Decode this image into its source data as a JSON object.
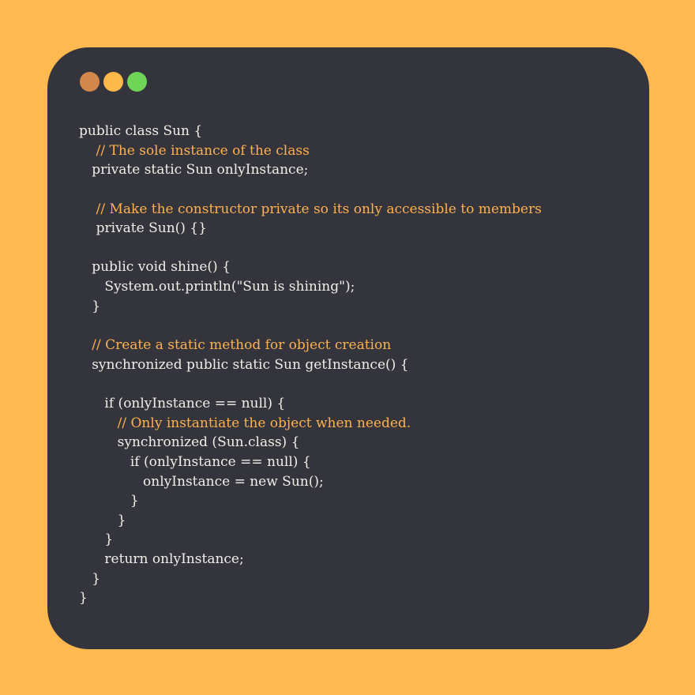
{
  "window": {
    "buttons": [
      {
        "name": "close",
        "color": "#d4874b"
      },
      {
        "name": "minimize",
        "color": "#ffb94a"
      },
      {
        "name": "maximize",
        "color": "#6fd557"
      }
    ]
  },
  "colors": {
    "background": "#ffb950",
    "card": "#34353c",
    "code_text": "#f1efe9",
    "comment": "#ffb14f"
  },
  "code": {
    "language": "java",
    "lines": [
      {
        "text": "public class Sun {",
        "kind": "code"
      },
      {
        "text": "    // The sole instance of the class",
        "kind": "comment"
      },
      {
        "text": "   private static Sun onlyInstance;",
        "kind": "code"
      },
      {
        "text": "",
        "kind": "blank"
      },
      {
        "text": "    // Make the constructor private so its only accessible to members",
        "kind": "comment"
      },
      {
        "text": "    private Sun() {}",
        "kind": "code"
      },
      {
        "text": "",
        "kind": "blank"
      },
      {
        "text": "   public void shine() {",
        "kind": "code"
      },
      {
        "text": "      System.out.println(\"Sun is shining\");",
        "kind": "code"
      },
      {
        "text": "   }",
        "kind": "code"
      },
      {
        "text": "",
        "kind": "blank"
      },
      {
        "text": "   // Create a static method for object creation",
        "kind": "comment"
      },
      {
        "text": "   synchronized public static Sun getInstance() {",
        "kind": "code"
      },
      {
        "text": "",
        "kind": "blank"
      },
      {
        "text": "      if (onlyInstance == null) {",
        "kind": "code"
      },
      {
        "text": "         // Only instantiate the object when needed.",
        "kind": "comment"
      },
      {
        "text": "         synchronized (Sun.class) {",
        "kind": "code"
      },
      {
        "text": "            if (onlyInstance == null) {",
        "kind": "code"
      },
      {
        "text": "               onlyInstance = new Sun();",
        "kind": "code"
      },
      {
        "text": "            }",
        "kind": "code"
      },
      {
        "text": "         }",
        "kind": "code"
      },
      {
        "text": "      }",
        "kind": "code"
      },
      {
        "text": "      return onlyInstance;",
        "kind": "code"
      },
      {
        "text": "   }",
        "kind": "code"
      },
      {
        "text": "}",
        "kind": "code"
      }
    ]
  }
}
